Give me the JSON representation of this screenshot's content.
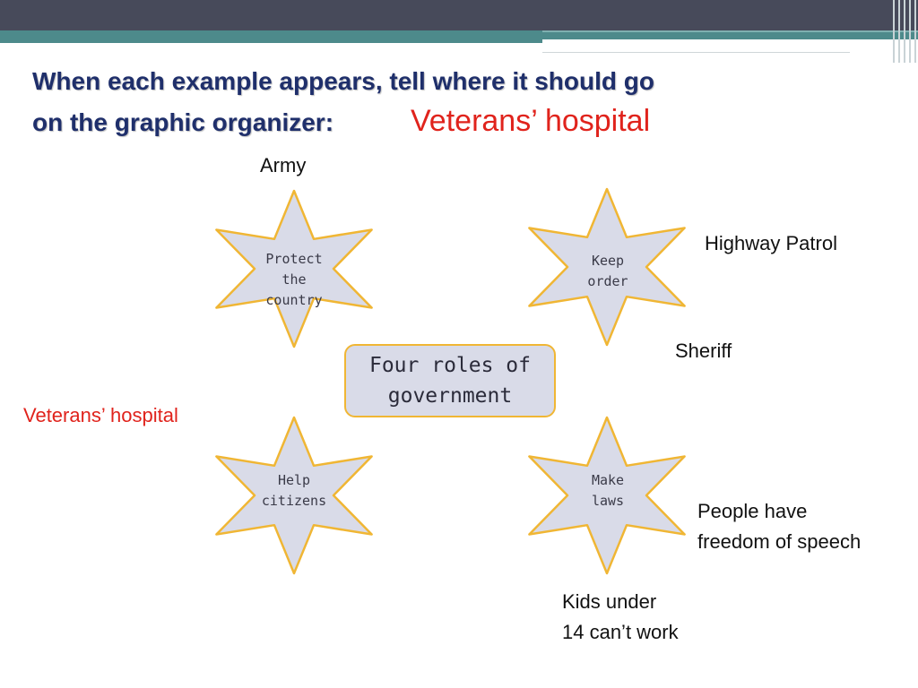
{
  "title": {
    "line1": "When each example appears, tell where it should go",
    "line2": "on the graphic organizer:",
    "current_example": "Veterans’ hospital"
  },
  "center": {
    "label_line1": "Four roles of",
    "label_line2": "government"
  },
  "stars": [
    {
      "id": "protect",
      "lines": [
        "Protect",
        "the",
        "country"
      ]
    },
    {
      "id": "keep",
      "lines": [
        "Keep",
        "order"
      ]
    },
    {
      "id": "help",
      "lines": [
        "Help",
        "citizens"
      ]
    },
    {
      "id": "make",
      "lines": [
        "Make",
        "laws"
      ]
    }
  ],
  "examples": {
    "army": "Army",
    "highway_patrol": "Highway Patrol",
    "sheriff": "Sheriff",
    "veterans_hospital": "Veterans’ hospital",
    "freedom_line1": "People have",
    "freedom_line2": "freedom of speech",
    "kids_line1": "Kids under",
    "kids_line2": "14 can’t work"
  },
  "colors": {
    "star_fill": "#d9dbe8",
    "star_stroke": "#f0b634",
    "title_text": "#1f2f6b",
    "highlight_red": "#e0231c",
    "header_dark": "#474a5a",
    "header_teal": "#4d8a8b"
  }
}
